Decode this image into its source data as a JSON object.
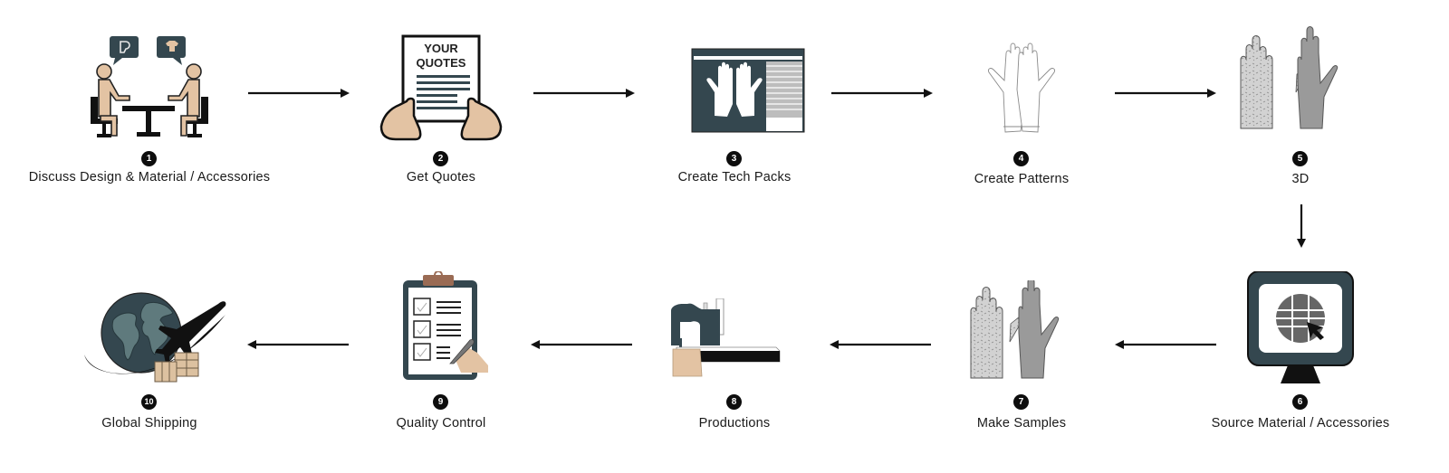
{
  "diagram": {
    "type": "process-flow",
    "colors": {
      "dark_slate": "#34474f",
      "skin": "#e3c3a3",
      "glove_gray": "#9a9a9a",
      "glove_light": "#cfcfcf",
      "badge": "#0d0d0d",
      "box_tan": "#dcc1a0",
      "clip_brown": "#9a6b54"
    },
    "steps": [
      {
        "number": "1",
        "label": "Discuss Design & Material / Accessories",
        "icon": "meeting-icon"
      },
      {
        "number": "2",
        "label": "Get Quotes",
        "icon": "quote-document-icon",
        "icon_text": [
          "YOUR",
          "QUOTES"
        ]
      },
      {
        "number": "3",
        "label": "Create Tech Packs",
        "icon": "tech-pack-icon"
      },
      {
        "number": "4",
        "label": "Create Patterns",
        "icon": "glove-outline-icon"
      },
      {
        "number": "5",
        "label": "3D",
        "icon": "glove-3d-icon"
      },
      {
        "number": "6",
        "label": "Source Material / Accessories",
        "icon": "monitor-globe-icon"
      },
      {
        "number": "7",
        "label": "Make Samples",
        "icon": "glove-sample-icon"
      },
      {
        "number": "8",
        "label": "Productions",
        "icon": "sewing-machine-icon"
      },
      {
        "number": "9",
        "label": "Quality Control",
        "icon": "clipboard-checklist-icon"
      },
      {
        "number": "10",
        "label": "Global Shipping",
        "icon": "globe-plane-icon"
      }
    ],
    "connections": [
      {
        "from": "1",
        "to": "2",
        "direction": "right"
      },
      {
        "from": "2",
        "to": "3",
        "direction": "right"
      },
      {
        "from": "3",
        "to": "4",
        "direction": "right"
      },
      {
        "from": "4",
        "to": "5",
        "direction": "right"
      },
      {
        "from": "5",
        "to": "6",
        "direction": "down"
      },
      {
        "from": "6",
        "to": "7",
        "direction": "left"
      },
      {
        "from": "7",
        "to": "8",
        "direction": "left"
      },
      {
        "from": "8",
        "to": "9",
        "direction": "left"
      },
      {
        "from": "9",
        "to": "10",
        "direction": "left"
      }
    ]
  }
}
